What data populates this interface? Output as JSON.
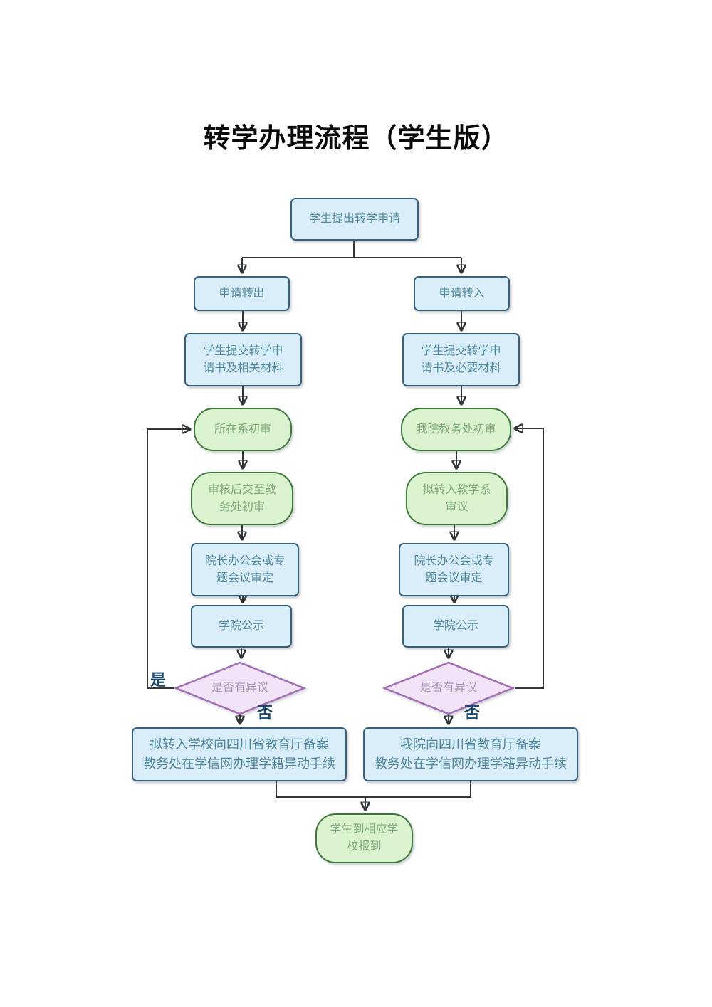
{
  "title": "转学办理流程（学生版）",
  "nodes": {
    "start": "学生提出转学申请",
    "apply_out": "申请转出",
    "apply_in": "申请转入",
    "submit_out": "学生提交转学申\n请书及相关材料",
    "submit_in": "学生提交转学申\n请书及必要材料",
    "dept_first_review": "所在系初审",
    "office_first_review": "我院教务处初审",
    "forward_to_office": "审核后交至教\n务处初审",
    "target_dept_review": "拟转入教学系\n审议",
    "dean_meeting_out": "院长办公会或专\n题会议审定",
    "dean_meeting_in": "院长办公会或专\n题会议审定",
    "publicity_out": "学院公示",
    "publicity_in": "学院公示",
    "objection_out": "是否有异议",
    "objection_in": "是否有异议",
    "record_out": "拟转入学校向四川省教育厅备案\n教务处在学信网办理学籍异动手续",
    "record_in": "我院向四川省教育厅备案\n教务处在学信网办理学籍异动手续",
    "report": "学生到相应学\n校报到"
  },
  "edge_labels": {
    "yes_left": "是",
    "no_left": "否",
    "no_right": "否"
  },
  "colors": {
    "process_fill": "#d9eef9",
    "process_border": "#35617f",
    "process_text": "#4f879b",
    "review_fill": "#dcf3d1",
    "review_border": "#3e7a37",
    "review_text": "#7fa87d",
    "decision_fill": "#f2e3f7",
    "decision_border": "#a26cb5",
    "decision_text": "#a593b3",
    "connector": "#30353a",
    "edge_label_text": "#1c4a70"
  }
}
